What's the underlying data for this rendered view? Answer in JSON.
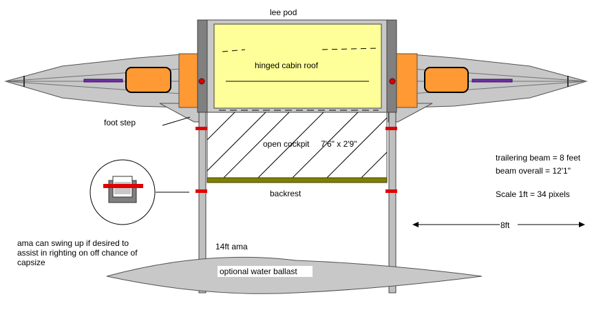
{
  "labels": {
    "lee_pod": "lee pod",
    "hinged_cabin_roof": "hinged cabin roof",
    "foot_step": "foot step",
    "open_cockpit": "open cockpit",
    "cockpit_size": "7'6\" x 2'9\"",
    "backrest": "backrest",
    "trailering_beam": "trailering beam = 8 feet",
    "beam_overall": "beam overall = 12'1\"",
    "scale": "Scale 1ft = 34 pixels",
    "ama_swing_note": "ama can swing up if desired to assist in righting on off chance of capsize",
    "ama_14ft": "14ft ama",
    "water_ballast": "optional water ballast",
    "scale_bar_label": "8ft"
  },
  "colors": {
    "hull_gray": "#c8c8c8",
    "frame_gray": "#808080",
    "beam_gray": "#c0c0c0",
    "cabin_yellow": "#ffff99",
    "orange": "#ff9933",
    "purple": "#7030a0",
    "red": "#e00000",
    "olive": "#808000"
  },
  "icons": [
    "pivot-detail-icon",
    "scale-arrow-icon"
  ]
}
